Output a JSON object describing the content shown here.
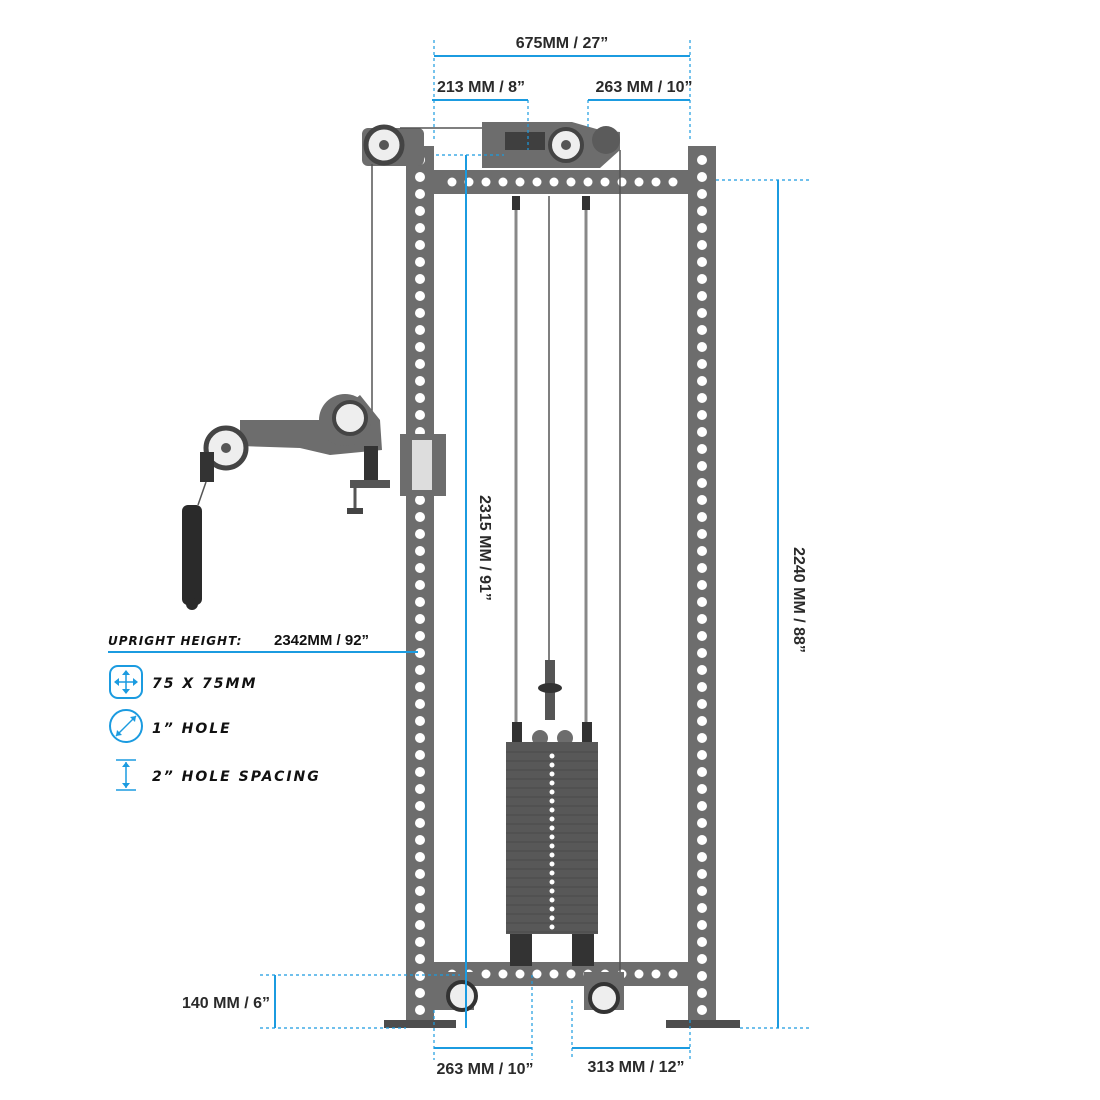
{
  "dimensions": {
    "overall_width": "675MM / 27”",
    "top_left_offset": "213 MM / 8”",
    "top_right_offset": "263 MM / 10”",
    "inner_height": "2315 MM / 91”",
    "frame_height": "2240 MM / 88”",
    "bottom_height": "140 MM / 6”",
    "bottom_left_offset": "263 MM / 10”",
    "bottom_right_offset": "313 MM / 12”"
  },
  "specs": {
    "upright_label": "UPRIGHT HEIGHT:",
    "upright_value": "2342MM / 92”",
    "items": [
      {
        "icon": "square-arrows-icon",
        "label": "75 X 75MM"
      },
      {
        "icon": "diameter-circle-icon",
        "label": "1” HOLE"
      },
      {
        "icon": "spacing-icon",
        "label": "2” HOLE SPACING"
      }
    ]
  },
  "colors": {
    "accent": "#1b9be0",
    "steel": "#6d6d6d",
    "text": "#2a2a2a"
  }
}
